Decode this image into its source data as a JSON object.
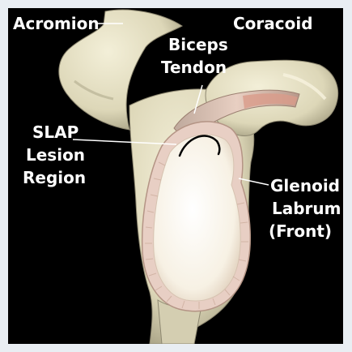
{
  "labels": {
    "acromion": "Acromion",
    "coracoid": "Coracoid",
    "biceps_line1": "Biceps",
    "biceps_line2": "Tendon",
    "slap_line1": "SLAP",
    "slap_line2": "Lesion",
    "slap_line3": "Region",
    "glenoid_line1": "Glenoid",
    "glenoid_line2": "Labrum",
    "glenoid_line3": "(Front)"
  },
  "colors": {
    "background": "#000000",
    "bone": "#e9e4c8",
    "bone_shadow": "#b8b294",
    "labrum": "#e8cfc4",
    "cartilage": "#fdfbf3",
    "tendon": "#d9c2b4",
    "label_text": "#ffffff",
    "lesion_curve": "#000000"
  }
}
